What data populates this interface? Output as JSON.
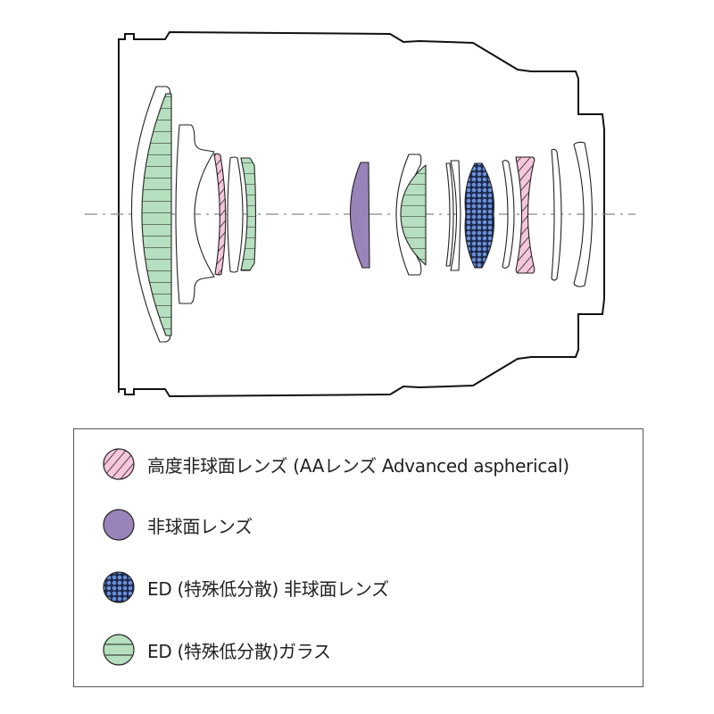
{
  "colors": {
    "aa_aspherical": "#f6c6dc",
    "aspherical": "#9a83b9",
    "ed_aspherical_dot": "#6b8ed6",
    "ed_aspherical_bg": "#1c2a4e",
    "ed_glass": "#b5dfbf",
    "outline": "#222222",
    "axis": "#888888"
  },
  "legend": {
    "items": [
      {
        "key": "aa_aspherical",
        "icon": "hatched-pink-circle-icon",
        "label": "高度非球面レンズ (AAレンズ Advanced aspherical)"
      },
      {
        "key": "aspherical",
        "icon": "purple-circle-icon",
        "label": "非球面レンズ"
      },
      {
        "key": "ed_aspherical",
        "icon": "dotted-blue-circle-icon",
        "label": "ED (特殊低分散) 非球面レンズ"
      },
      {
        "key": "ed_glass",
        "icon": "striped-green-circle-icon",
        "label": "ED (特殊低分散)ガラス"
      }
    ]
  }
}
